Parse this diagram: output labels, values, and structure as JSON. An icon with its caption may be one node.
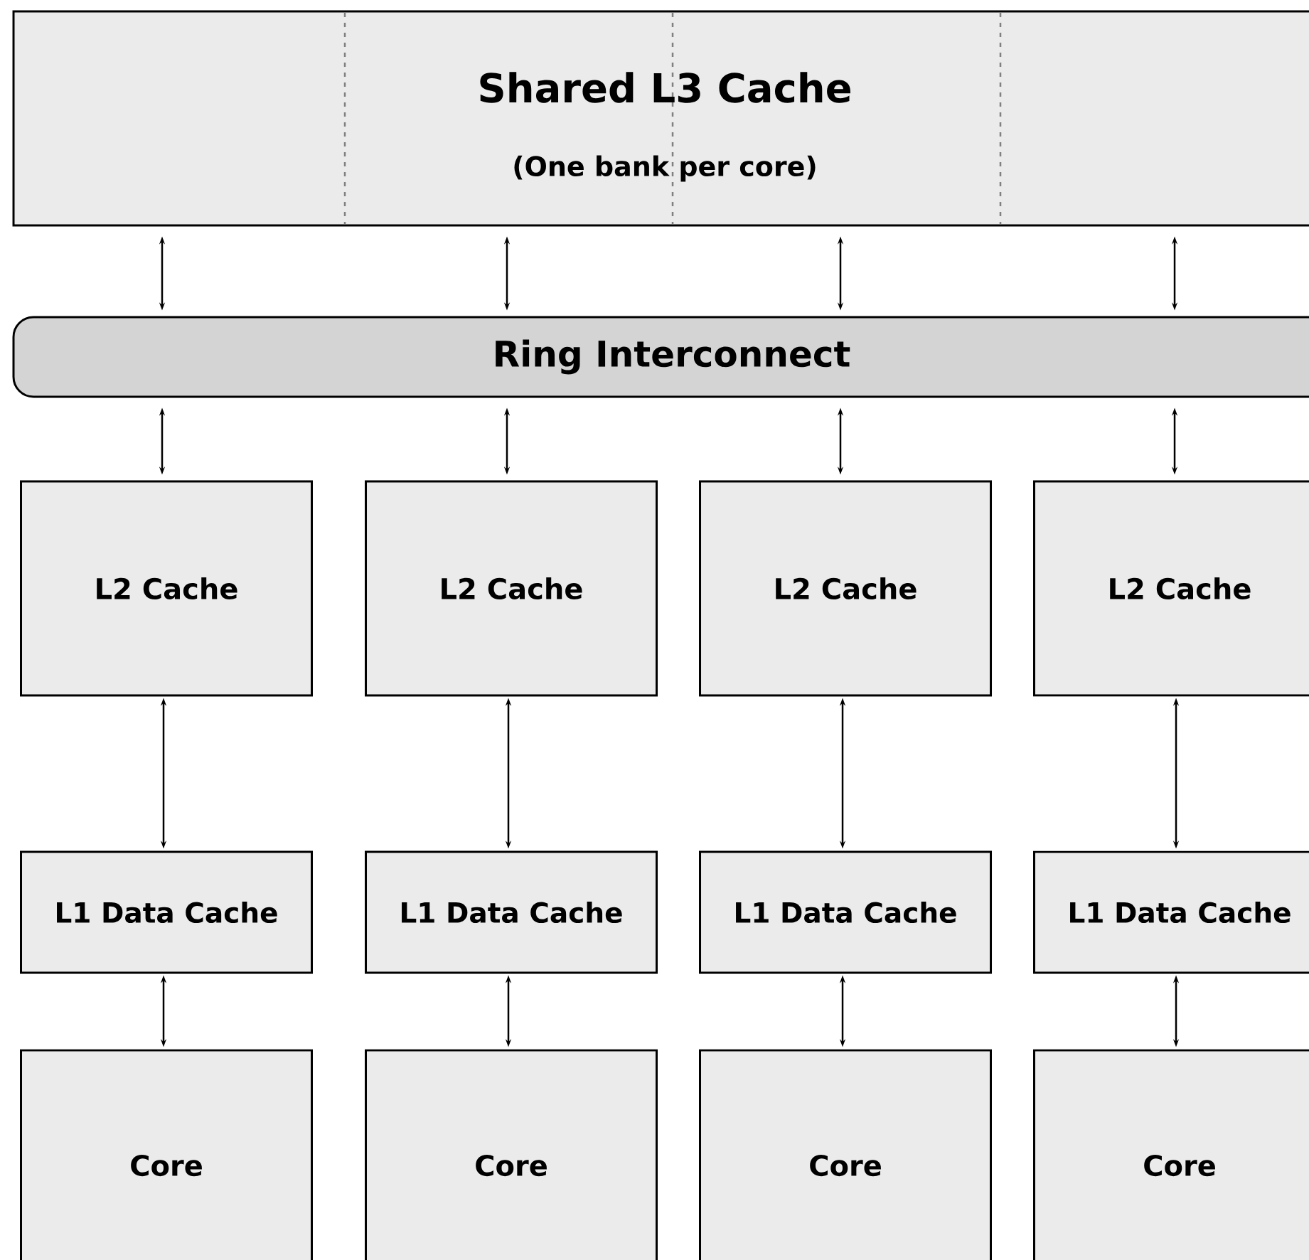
{
  "diagram": {
    "nodes": [
      {
        "text": [
          "Shared L3 Cache",
          "(One bank per core)"
        ]
      },
      {
        "text": [
          "Ring Interconnect"
        ]
      },
      {
        "text": [
          "L2 Cache"
        ]
      },
      {
        "text": [
          "L2 Cache"
        ]
      },
      {
        "text": [
          "L2 Cache"
        ]
      },
      {
        "text": [
          "L2 Cache"
        ]
      },
      {
        "text": [
          "L1 Data Cache"
        ]
      },
      {
        "text": [
          "L1 Data Cache"
        ]
      },
      {
        "text": [
          "L1 Data Cache"
        ]
      },
      {
        "text": [
          "L1 Data Cache"
        ]
      },
      {
        "text": [
          "Core"
        ]
      },
      {
        "text": [
          "Core"
        ]
      },
      {
        "text": [
          "Core"
        ]
      },
      {
        "text": [
          "Core"
        ]
      }
    ],
    "edges": [
      {
        "from": 0,
        "to": 1,
        "arrow": "both"
      },
      {
        "from": 0,
        "to": 1,
        "arrow": "both"
      },
      {
        "from": 0,
        "to": 1,
        "arrow": "both"
      },
      {
        "from": 0,
        "to": 1,
        "arrow": "both"
      },
      {
        "from": 1,
        "to": 2,
        "arrow": "both"
      },
      {
        "from": 1,
        "to": 3,
        "arrow": "both"
      },
      {
        "from": 1,
        "to": 4,
        "arrow": "both"
      },
      {
        "from": 1,
        "to": 5,
        "arrow": "both"
      },
      {
        "from": 2,
        "to": 6,
        "arrow": "both"
      },
      {
        "from": 3,
        "to": 7,
        "arrow": "both"
      },
      {
        "from": 4,
        "to": 8,
        "arrow": "both"
      },
      {
        "from": 5,
        "to": 9,
        "arrow": "both"
      },
      {
        "from": 6,
        "to": 10,
        "arrow": "both"
      },
      {
        "from": 7,
        "to": 11,
        "arrow": "both"
      },
      {
        "from": 8,
        "to": 12,
        "arrow": "both"
      },
      {
        "from": 9,
        "to": 13,
        "arrow": "both"
      }
    ]
  }
}
